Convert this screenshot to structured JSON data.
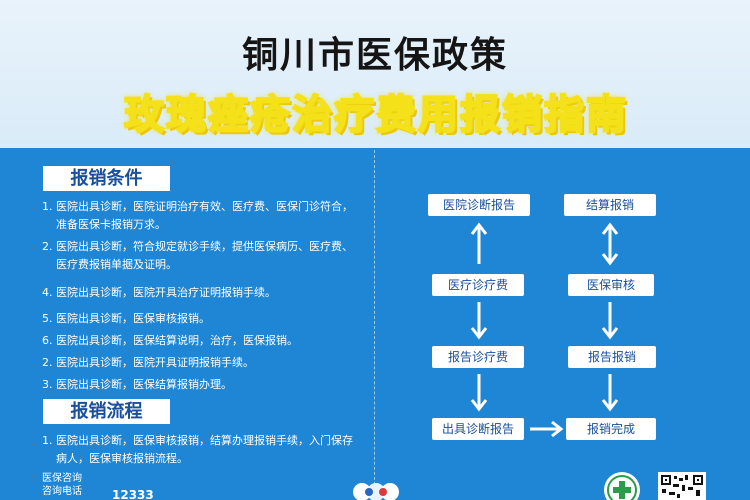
{
  "header": {
    "title": "铜川市医保政策",
    "subtitle": "玫瑰痤疮治疗费用报销指南"
  },
  "section_conditions": {
    "heading": "报销条件",
    "items": [
      {
        "num": "1.",
        "text": "医院出具诊断，医院证明治疗有效、医疗费、医保门诊符合，准备医保卡报销万求。"
      },
      {
        "num": "2.",
        "text": "医院出具诊断，符合规定就诊手续，提供医保病历、医疗费、医疗费报销单据及证明。"
      },
      {
        "num": "4.",
        "text": "医院出具诊断，医院开具治疗证明报销手续。"
      },
      {
        "num": "5.",
        "text": "医院出具诊断，医保审核报销。"
      },
      {
        "num": "6.",
        "text": "医院出具诊断，医保结算说明，治疗，医保报销。"
      },
      {
        "num": "2.",
        "text": "医院出具诊断，医院开具证明报销手续。"
      },
      {
        "num": "3.",
        "text": "医院出具诊断，医保结算报销办理。"
      }
    ]
  },
  "section_process": {
    "heading": "报销流程",
    "items": [
      {
        "num": "1.",
        "text": "医院出具诊断，医保审核报销，结算办理报销手续，入门保存病人，医保审核报销流程。"
      }
    ]
  },
  "flow": {
    "left": [
      "医院诊断报告",
      "医疗诊疗费",
      "报告诊疗费",
      "出具诊断报告"
    ],
    "right": [
      "结算报销",
      "医保审核",
      "报告报销",
      "报销完成"
    ]
  },
  "footer": {
    "line1": "医保咨询",
    "line2": "咨询电话",
    "number": "12333"
  },
  "colors": {
    "background": "#1f86d6",
    "header_band": "#e9f3fb",
    "title_outline": "#f4e11a",
    "accent_text": "#1a4f9c"
  }
}
